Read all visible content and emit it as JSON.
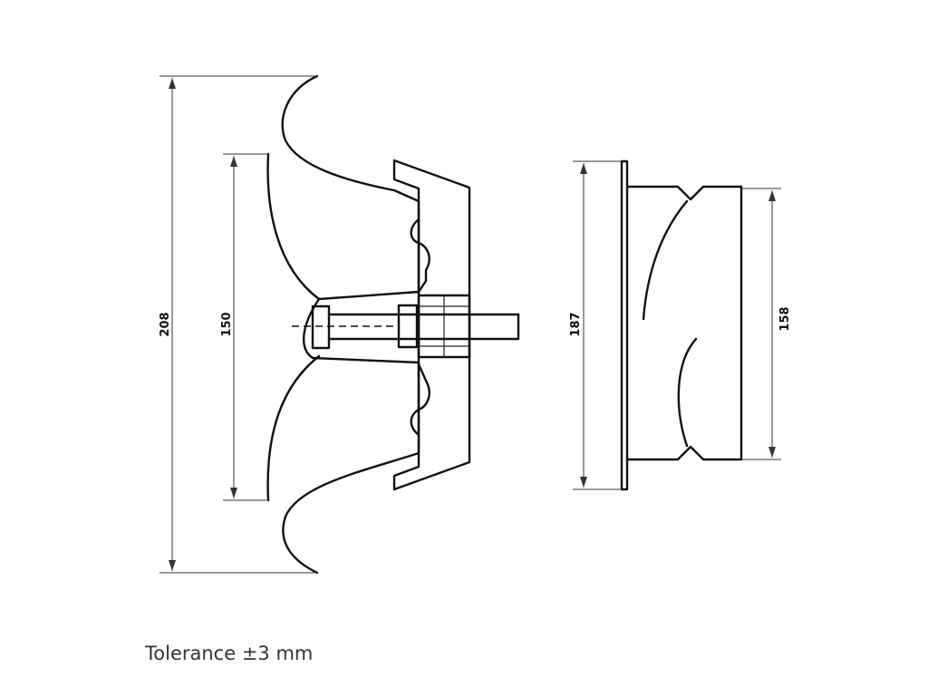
{
  "dimensions": {
    "overall_height": "208",
    "inner_height": "150",
    "side_height": "187",
    "side_inner_height": "158"
  },
  "note": {
    "tolerance": "Tolerance ±3 mm"
  },
  "colors": {
    "line": "#111111",
    "text": "#333333",
    "background": "#ffffff"
  }
}
